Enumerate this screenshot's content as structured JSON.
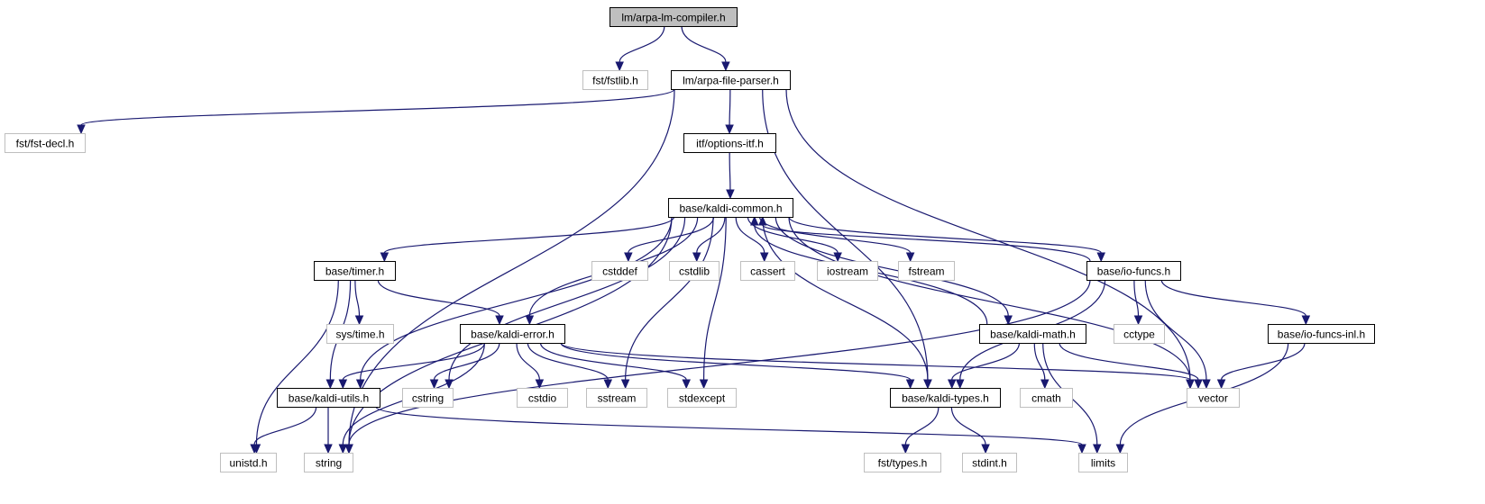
{
  "diagram": {
    "type": "include-dependency-graph",
    "colors": {
      "edge": "#191970",
      "root_fill": "#bfbfbf",
      "main_border": "#000000",
      "external_border": "#bfbfbf"
    },
    "nodes": [
      {
        "id": "root",
        "label": "lm/arpa-lm-compiler.h",
        "kind": "root"
      },
      {
        "id": "fstlib",
        "label": "fst/fstlib.h",
        "kind": "external"
      },
      {
        "id": "arpaparser",
        "label": "lm/arpa-file-parser.h",
        "kind": "main"
      },
      {
        "id": "fstdecl",
        "label": "fst/fst-decl.h",
        "kind": "external"
      },
      {
        "id": "optionsitf",
        "label": "itf/options-itf.h",
        "kind": "main"
      },
      {
        "id": "common",
        "label": "base/kaldi-common.h",
        "kind": "main"
      },
      {
        "id": "timer",
        "label": "base/timer.h",
        "kind": "main"
      },
      {
        "id": "cstddef",
        "label": "cstddef",
        "kind": "external"
      },
      {
        "id": "cstdlib",
        "label": "cstdlib",
        "kind": "external"
      },
      {
        "id": "cassert",
        "label": "cassert",
        "kind": "external"
      },
      {
        "id": "iostream",
        "label": "iostream",
        "kind": "external"
      },
      {
        "id": "fstream",
        "label": "fstream",
        "kind": "external"
      },
      {
        "id": "iofuncs",
        "label": "base/io-funcs.h",
        "kind": "main"
      },
      {
        "id": "systime",
        "label": "sys/time.h",
        "kind": "external"
      },
      {
        "id": "error",
        "label": "base/kaldi-error.h",
        "kind": "main"
      },
      {
        "id": "math",
        "label": "base/kaldi-math.h",
        "kind": "main"
      },
      {
        "id": "cctype",
        "label": "cctype",
        "kind": "external"
      },
      {
        "id": "iofuncsinl",
        "label": "base/io-funcs-inl.h",
        "kind": "main"
      },
      {
        "id": "utils",
        "label": "base/kaldi-utils.h",
        "kind": "main"
      },
      {
        "id": "cstring",
        "label": "cstring",
        "kind": "external"
      },
      {
        "id": "cstdio",
        "label": "cstdio",
        "kind": "external"
      },
      {
        "id": "sstream",
        "label": "sstream",
        "kind": "external"
      },
      {
        "id": "stdexcept",
        "label": "stdexcept",
        "kind": "external"
      },
      {
        "id": "types",
        "label": "base/kaldi-types.h",
        "kind": "main"
      },
      {
        "id": "cmath",
        "label": "cmath",
        "kind": "external"
      },
      {
        "id": "vector",
        "label": "vector",
        "kind": "external"
      },
      {
        "id": "unistd",
        "label": "unistd.h",
        "kind": "external"
      },
      {
        "id": "string",
        "label": "string",
        "kind": "external"
      },
      {
        "id": "limits",
        "label": "limits",
        "kind": "external"
      },
      {
        "id": "fsttypes",
        "label": "fst/types.h",
        "kind": "external"
      },
      {
        "id": "stdint",
        "label": "stdint.h",
        "kind": "external"
      }
    ],
    "edges": [
      {
        "from": "root",
        "to": "fstlib"
      },
      {
        "from": "root",
        "to": "arpaparser"
      },
      {
        "from": "arpaparser",
        "to": "fstdecl"
      },
      {
        "from": "arpaparser",
        "to": "string"
      },
      {
        "from": "arpaparser",
        "to": "optionsitf"
      },
      {
        "from": "arpaparser",
        "to": "types"
      },
      {
        "from": "arpaparser",
        "to": "vector"
      },
      {
        "from": "optionsitf",
        "to": "common"
      },
      {
        "from": "common",
        "to": "string"
      },
      {
        "from": "common",
        "to": "utils"
      },
      {
        "from": "common",
        "to": "timer"
      },
      {
        "from": "common",
        "to": "cstring"
      },
      {
        "from": "common",
        "to": "error"
      },
      {
        "from": "common",
        "to": "sstream"
      },
      {
        "from": "common",
        "to": "stdexcept"
      },
      {
        "from": "common",
        "to": "cstddef"
      },
      {
        "from": "common",
        "to": "cstdlib"
      },
      {
        "from": "common",
        "to": "cassert"
      },
      {
        "from": "common",
        "to": "iostream"
      },
      {
        "from": "common",
        "to": "fstream"
      },
      {
        "from": "common",
        "to": "iofuncs"
      },
      {
        "from": "common",
        "to": "types"
      },
      {
        "from": "common",
        "to": "math"
      },
      {
        "from": "common",
        "to": "vector"
      },
      {
        "from": "iofuncs",
        "to": "common"
      },
      {
        "from": "math",
        "to": "common"
      },
      {
        "from": "timer",
        "to": "systime"
      },
      {
        "from": "timer",
        "to": "error"
      },
      {
        "from": "timer",
        "to": "utils"
      },
      {
        "from": "timer",
        "to": "unistd"
      },
      {
        "from": "error",
        "to": "utils"
      },
      {
        "from": "error",
        "to": "cstring"
      },
      {
        "from": "error",
        "to": "string"
      },
      {
        "from": "error",
        "to": "cstdio"
      },
      {
        "from": "error",
        "to": "sstream"
      },
      {
        "from": "error",
        "to": "stdexcept"
      },
      {
        "from": "error",
        "to": "types"
      },
      {
        "from": "error",
        "to": "vector"
      },
      {
        "from": "iofuncs",
        "to": "string"
      },
      {
        "from": "iofuncs",
        "to": "cctype"
      },
      {
        "from": "iofuncs",
        "to": "vector"
      },
      {
        "from": "iofuncs",
        "to": "iofuncsinl"
      },
      {
        "from": "iofuncs",
        "to": "types"
      },
      {
        "from": "iofuncsinl",
        "to": "vector"
      },
      {
        "from": "iofuncsinl",
        "to": "limits"
      },
      {
        "from": "math",
        "to": "types"
      },
      {
        "from": "math",
        "to": "cmath"
      },
      {
        "from": "math",
        "to": "vector"
      },
      {
        "from": "math",
        "to": "limits"
      },
      {
        "from": "utils",
        "to": "unistd"
      },
      {
        "from": "utils",
        "to": "string"
      },
      {
        "from": "utils",
        "to": "limits"
      },
      {
        "from": "types",
        "to": "fsttypes"
      },
      {
        "from": "types",
        "to": "stdint"
      }
    ]
  }
}
